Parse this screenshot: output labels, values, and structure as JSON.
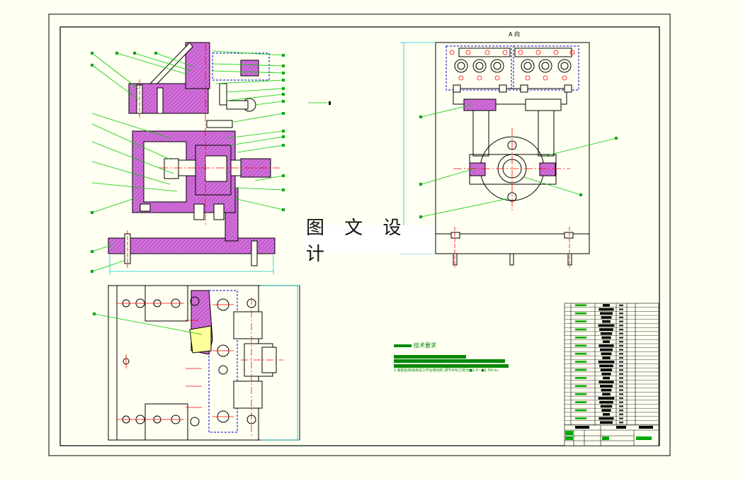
{
  "drawing": {
    "view_label": "A 向",
    "watermark": "图 文 设 计",
    "tech_title": "技术要求",
    "tech_note": "1.装配后用油测试工作台移动时,调节手轮力矩为■1.0~■1.5N.m。",
    "colors": {
      "paper": "#fffff2",
      "outline": "#000000",
      "section_fill": "#cc55cc",
      "leader": "#00cc00",
      "center_line": "#ff0000",
      "hidden_line": "#0000cc",
      "dimension": "#00cccc",
      "highlight": "#ffff99"
    }
  }
}
